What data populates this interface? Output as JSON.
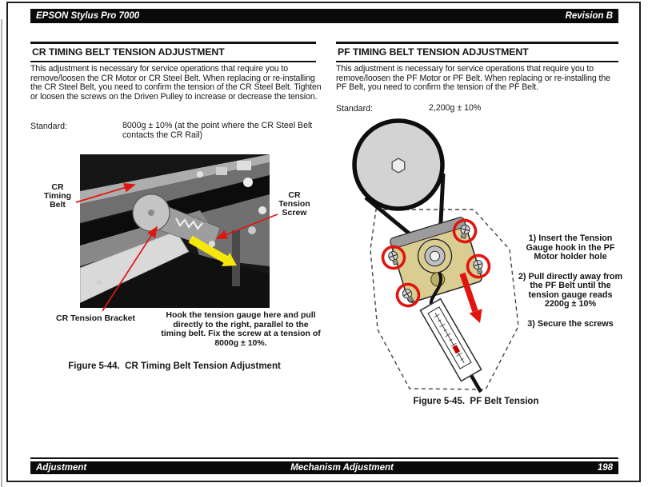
{
  "colors": {
    "accent_red": "#e01510",
    "highlight_yellow": "#f6e70a",
    "motor_tan": "#d9cd92",
    "pulley_gray": "#d2d2d2",
    "bar_black": "#0a0a0a"
  },
  "header": {
    "left": "EPSON Stylus Pro 7000",
    "right": "Revision B"
  },
  "footer": {
    "left": "Adjustment",
    "center": "Mechanism Adjustment",
    "page_number": "198"
  },
  "cr_section": {
    "title": "CR TIMING BELT TENSION ADJUSTMENT",
    "body": "This adjustment is necessary for service operations that require you to remove/loosen the CR Motor or CR Steel Belt. When replacing or re-installing the CR Steel Belt, you need to confirm the tension of the CR Steel Belt. Tighten or loosen the screws on the Driven Pulley to increase or decrease the tension.",
    "standard_label": "Standard:",
    "standard_value": "8000g ± 10% (at the point where the CR Steel Belt contacts the CR Rail)",
    "figure": {
      "label_belt": "CR Timing Belt",
      "label_screw": "CR Tension Screw",
      "label_bracket": "CR Tension Bracket",
      "note": "Hook the tension gauge here and pull directly to the right, parallel to the timing belt. Fix the screw at a tension of 8000g ± 10%.",
      "caption": "Figure 5-44.  CR Timing Belt Tension Adjustment"
    }
  },
  "pf_section": {
    "title": "PF TIMING BELT TENSION ADJUSTMENT",
    "body": "This adjustment is necessary for service operations that require you to remove/loosen the PF Motor or PF Belt. When replacing or re-installing the PF Belt, you need to confirm the tension of the PF Belt.",
    "standard_label": "Standard:",
    "standard_value": "2,200g ± 10%",
    "figure": {
      "steps": [
        "1) Insert the Tension Gauge hook in the PF Motor holder hole",
        "2) Pull directly away from the PF Belt until the tension gauge reads 2200g ± 10%",
        "3) Secure the screws"
      ],
      "caption": "Figure 5-45.  PF Belt Tension"
    }
  }
}
